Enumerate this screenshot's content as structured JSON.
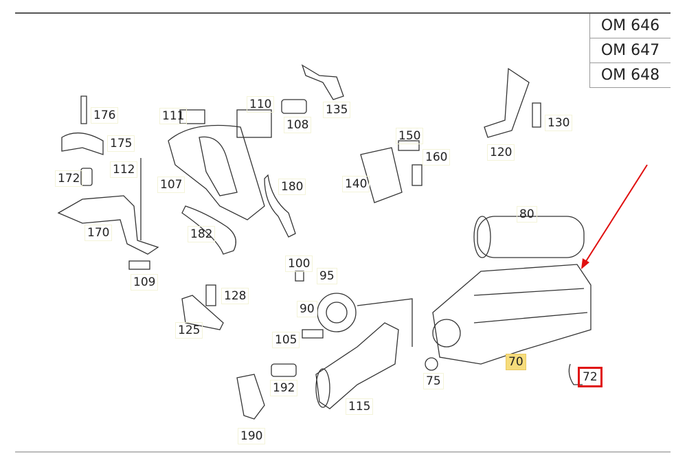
{
  "engine_table": [
    "OM 646",
    "OM 647",
    "OM 648"
  ],
  "parts": [
    "176",
    "175",
    "172",
    "112",
    "170",
    "109",
    "111",
    "110",
    "108",
    "107",
    "182",
    "180",
    "135",
    "150",
    "160",
    "140",
    "120",
    "130",
    "80",
    "100",
    "95",
    "90",
    "128",
    "125",
    "105",
    "192",
    "190",
    "115",
    "75",
    "70",
    "72"
  ],
  "colors": {
    "highlight": "#f6dc7c",
    "marker": "#e01010"
  }
}
